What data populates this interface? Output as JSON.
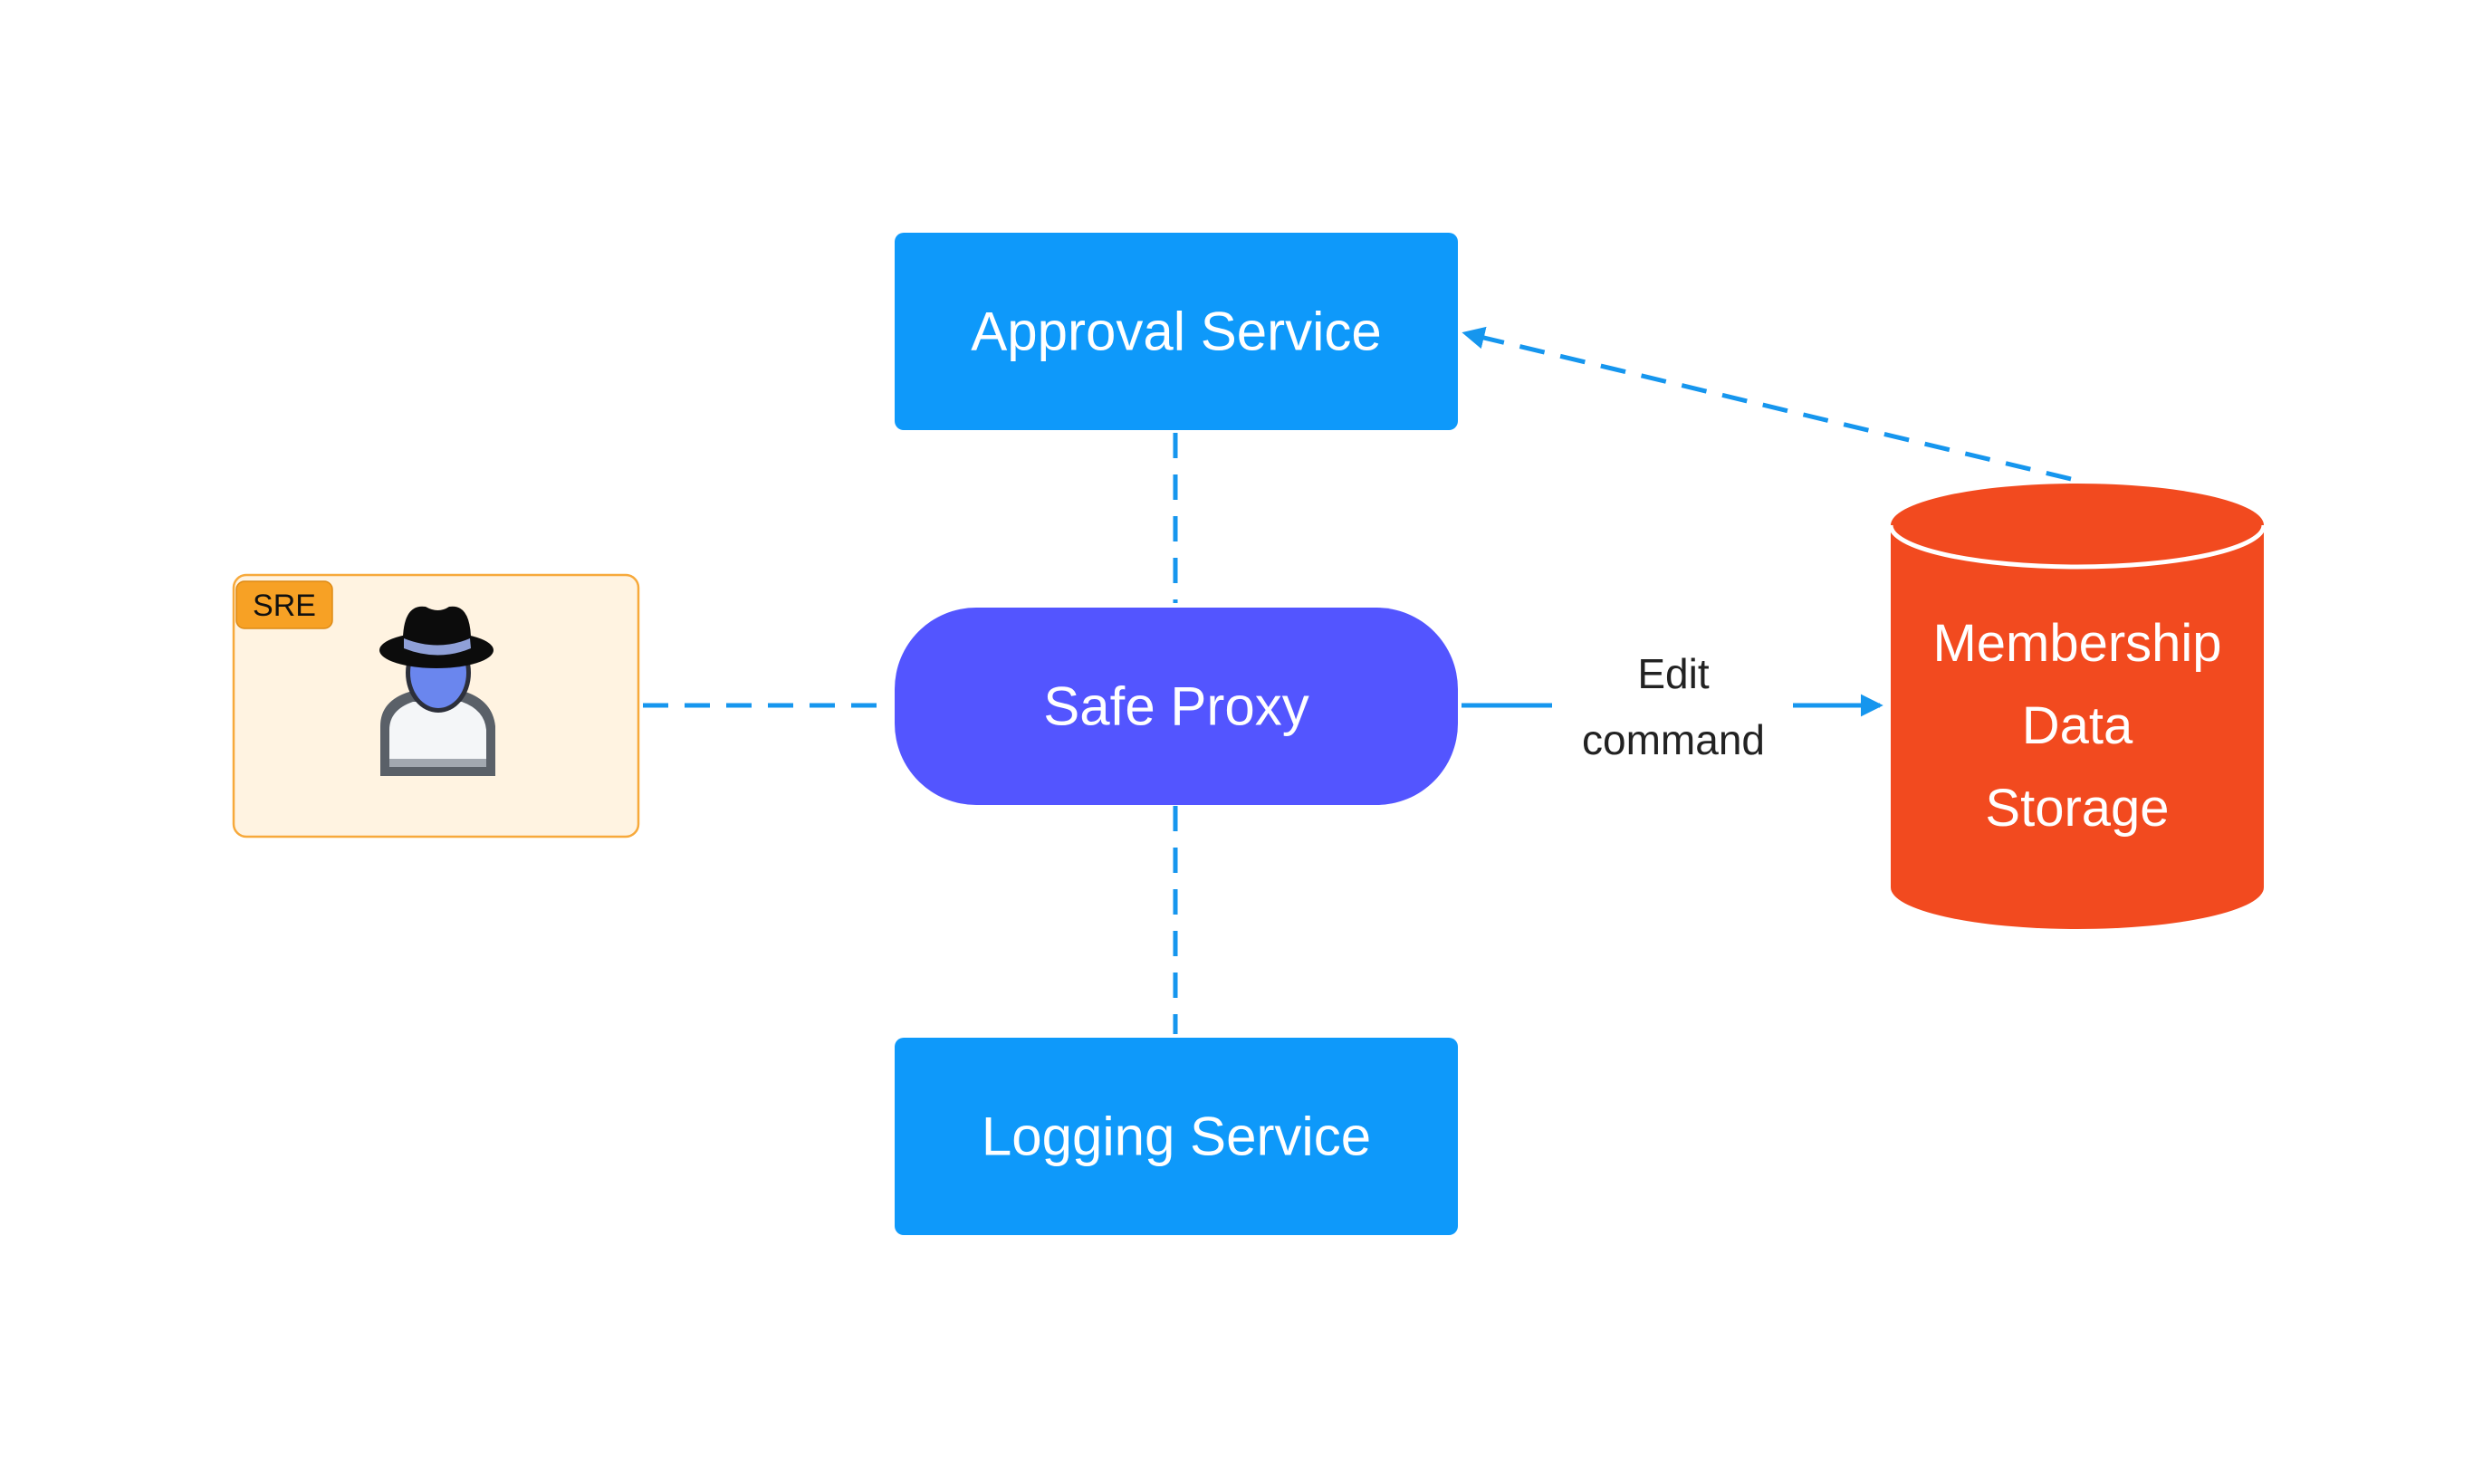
{
  "colors": {
    "service": "#0e99fa",
    "proxy": "#5355ff",
    "storage": "#f24a1f",
    "connector": "#1696ee",
    "actor_bg": "#fff3e1",
    "actor_border": "#f7a93b",
    "badge": "#f7a125"
  },
  "nodes": {
    "approval": {
      "label": "Approval Service"
    },
    "proxy": {
      "label": "Safe Proxy"
    },
    "logging": {
      "label": "Logging Service"
    },
    "storage": {
      "lines": [
        "Membership",
        "Data",
        "Storage"
      ]
    },
    "actor": {
      "badge": "SRE",
      "icon": "spy-user-icon"
    }
  },
  "edges": {
    "proxy_to_storage": {
      "label_lines": [
        "Edit",
        "command"
      ]
    }
  }
}
